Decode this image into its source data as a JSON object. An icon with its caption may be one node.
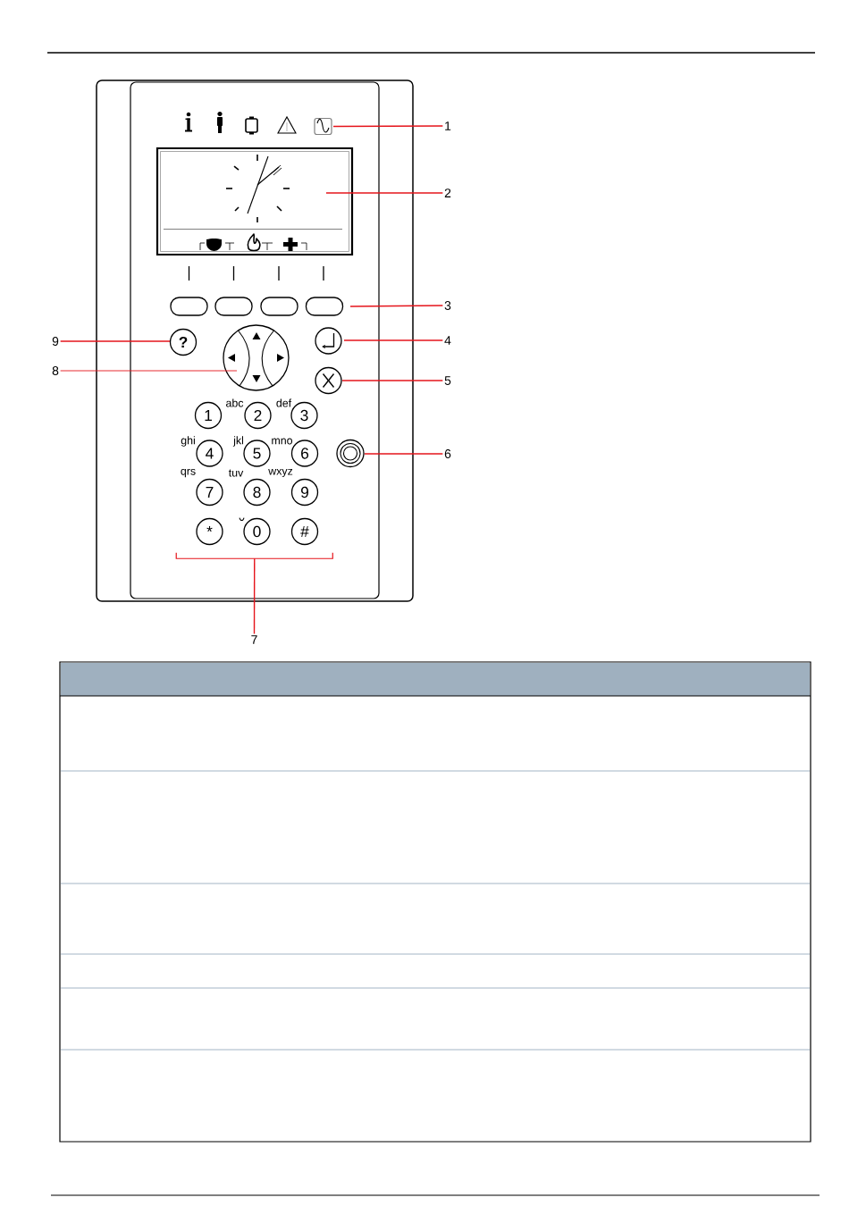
{
  "diagram": {
    "nodes": [
      {
        "text": [
          "1"
        ]
      },
      {
        "text": [],
        "shape": "box"
      },
      {
        "text": [
          "2"
        ]
      },
      {
        "text": [],
        "shape": "box"
      },
      {
        "text": [],
        "shape": "box"
      },
      {
        "text": [],
        "shape": "box"
      },
      {
        "text": [],
        "shape": "box"
      },
      {
        "text": [],
        "shape": "box"
      },
      {
        "text": [
          "3"
        ]
      },
      {
        "text": [
          "9"
        ]
      },
      {
        "text": [
          "?"
        ]
      },
      {
        "text": [],
        "shape": "circle"
      },
      {
        "text": [],
        "shape": "circle"
      },
      {
        "text": [
          "4"
        ]
      },
      {
        "text": [
          "8"
        ]
      },
      {
        "text": [],
        "shape": "circle"
      },
      {
        "text": [
          "5"
        ]
      },
      {
        "text": [
          "1"
        ]
      },
      {
        "text": [
          "2"
        ],
        "beside": [
          "abc"
        ]
      },
      {
        "text": [
          "3"
        ],
        "beside": [
          "def"
        ]
      },
      {
        "text": [
          "4"
        ],
        "beside": [
          "ghi"
        ]
      },
      {
        "text": [
          "5"
        ],
        "beside": [
          "jkl"
        ]
      },
      {
        "text": [
          "6"
        ],
        "beside": [
          "mno"
        ]
      },
      {
        "text": [],
        "shape": "circle"
      },
      {
        "text": [
          "6"
        ]
      },
      {
        "text": [
          "7"
        ],
        "beside": [
          "qrs"
        ]
      },
      {
        "text": [
          "8"
        ],
        "beside": [
          "tuv"
        ]
      },
      {
        "text": [
          "9"
        ],
        "beside": [
          "wxyz"
        ]
      },
      {
        "text": [
          "*"
        ]
      },
      {
        "text": [
          "0"
        ]
      },
      {
        "text": [
          "#"
        ]
      },
      {
        "text": [],
        "shape": "bracket"
      },
      {
        "text": [
          "7"
        ]
      }
    ],
    "edges": [
      {
        "from": 0,
        "to": 1,
        "arrow": "none"
      },
      {
        "from": 2,
        "to": 3,
        "arrow": "none"
      },
      {
        "from": 8,
        "to": 7,
        "arrow": "none"
      },
      {
        "from": 9,
        "to": 10,
        "arrow": "none"
      },
      {
        "from": 13,
        "to": 12,
        "arrow": "none"
      },
      {
        "from": 14,
        "to": 11,
        "arrow": "none"
      },
      {
        "from": 16,
        "to": 15,
        "arrow": "none"
      },
      {
        "from": 24,
        "to": 23,
        "arrow": "none"
      },
      {
        "from": 32,
        "to": 31,
        "arrow": "none"
      }
    ]
  }
}
